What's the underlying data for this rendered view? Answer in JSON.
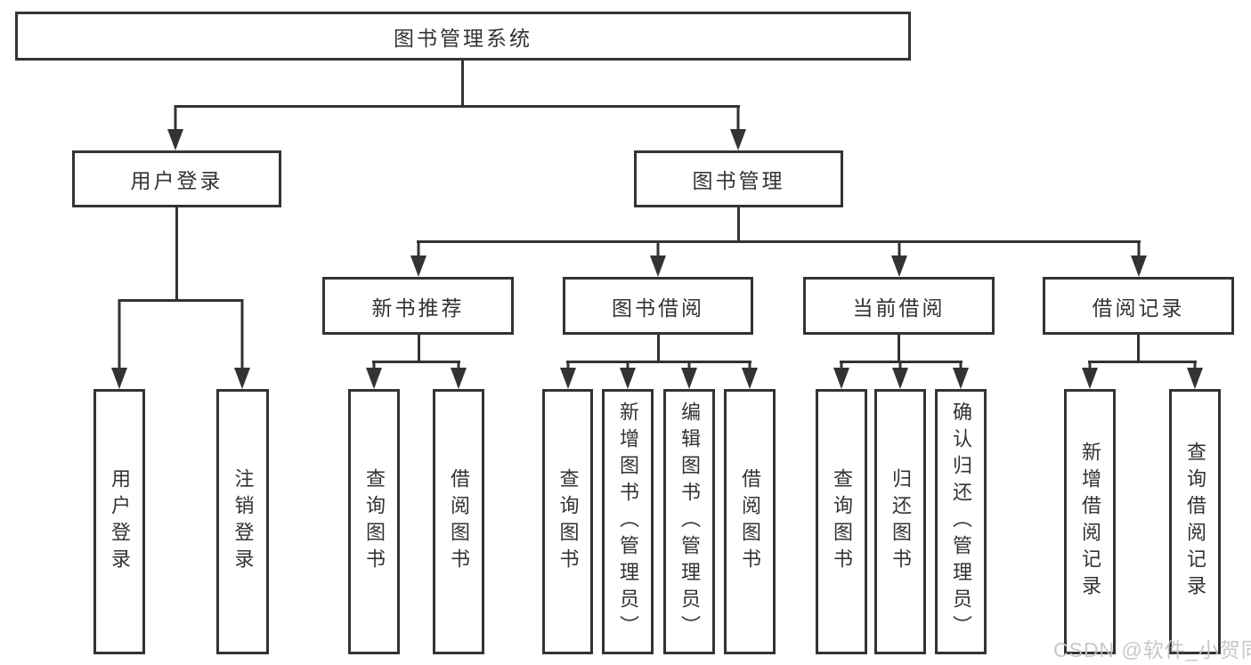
{
  "tree": {
    "root": "图书管理系统",
    "login": {
      "label": "用户登录",
      "children": [
        "用户登录",
        "注销登录"
      ]
    },
    "manage": {
      "label": "图书管理",
      "groups": [
        {
          "label": "新书推荐",
          "children": [
            "查询图书",
            "借阅图书"
          ]
        },
        {
          "label": "图书借阅",
          "children": [
            "查询图书",
            "新增图书（管理员）",
            "编辑图书（管理员）",
            "借阅图书"
          ]
        },
        {
          "label": "当前借阅",
          "children": [
            "查询图书",
            "归还图书",
            "确认归还（管理员）"
          ]
        },
        {
          "label": "借阅记录",
          "children": [
            "新增借阅记录",
            "查询借阅记录"
          ]
        }
      ]
    }
  },
  "watermark": "CSDN @软件_小贺同学",
  "colors": {
    "line": "#333333",
    "text": "#333333",
    "box_fill": "#ffffff",
    "watermark": "#c4c4c4"
  }
}
